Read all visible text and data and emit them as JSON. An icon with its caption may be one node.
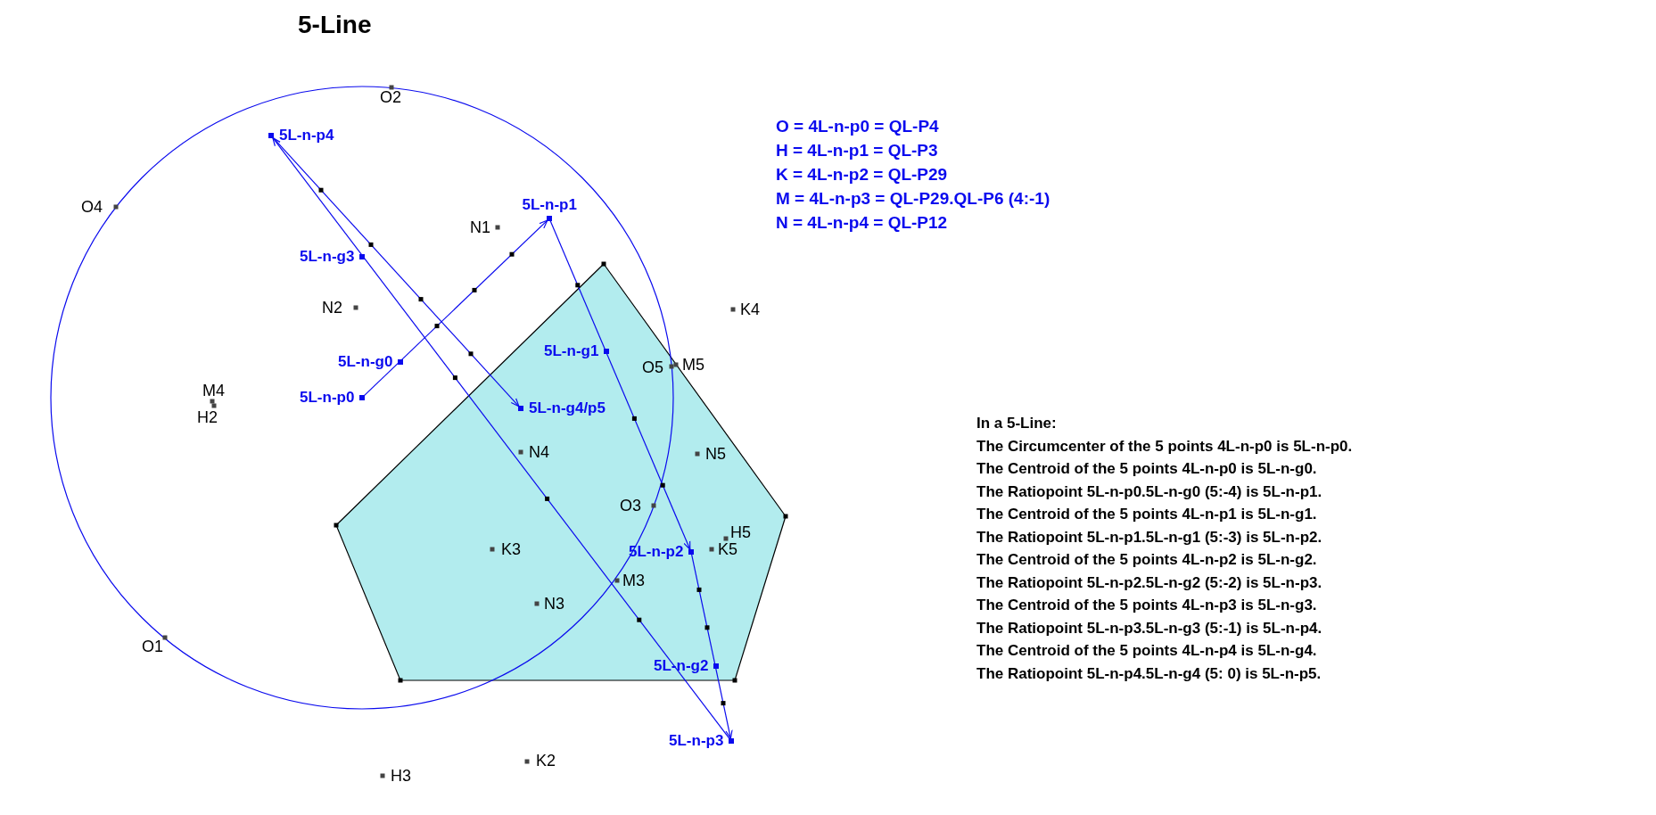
{
  "diagram": {
    "title": "5-Line",
    "nodes": [
      {
        "text": [
          "5L-n-p4"
        ]
      },
      {
        "text": [
          "5L-n-p1"
        ]
      },
      {
        "text": [
          "5L-n-g3"
        ]
      },
      {
        "text": [
          "5L-n-g0"
        ]
      },
      {
        "text": [
          "5L-n-g1"
        ]
      },
      {
        "text": [
          "5L-n-p0"
        ]
      },
      {
        "text": [
          "5L-n-g4/p5"
        ]
      },
      {
        "text": [
          "5L-n-p2"
        ]
      },
      {
        "text": [
          "5L-n-g2"
        ]
      },
      {
        "text": [
          "5L-n-p3"
        ]
      }
    ],
    "edges": [
      {
        "from": 5,
        "to": 1,
        "arrow": "to"
      },
      {
        "from": 1,
        "to": 7,
        "arrow": "to"
      },
      {
        "from": 7,
        "to": 9,
        "arrow": "to"
      },
      {
        "from": 9,
        "to": 0,
        "arrow": "to"
      },
      {
        "from": 0,
        "to": 6,
        "arrow": "to"
      }
    ],
    "labels": [
      "O2",
      "O4",
      "N1",
      "N2",
      "K4",
      "O5",
      "M5",
      "M4",
      "H2",
      "N4",
      "N5",
      "O3",
      "H5",
      "K3",
      "K5",
      "M3",
      "N3",
      "O1",
      "K2",
      "H3",
      "O = 4L-n-p0 = QL-P4",
      "H = 4L-n-p1 = QL-P3",
      "K = 4L-n-p2 = QL-P29",
      "M = 4L-n-p3 = QL-P29.QL-P6 (4:-1)",
      "N = 4L-n-p4 = QL-P12",
      "In a 5-Line:",
      "The Circumcenter of the 5 points 4L-n-p0 is 5L-n-p0.",
      "The Centroid of the 5 points 4L-n-p0 is 5L-n-g0.",
      "The Ratiopoint 5L-n-p0.5L-n-g0 (5:-4) is 5L-n-p1.",
      "The Centroid of the 5 points 4L-n-p1 is 5L-n-g1.",
      "The Ratiopoint 5L-n-p1.5L-n-g1 (5:-3) is 5L-n-p2.",
      "The Centroid of the 5 points 4L-n-p2 is 5L-n-g2.",
      "The Ratiopoint 5L-n-p2.5L-n-g2 (5:-2) is 5L-n-p3.",
      "The Centroid of the 5 points 4L-n-p3 is 5L-n-g3.",
      "The Ratiopoint 5L-n-p3.5L-n-g3 (5:-1) is 5L-n-p4.",
      "The Centroid of the 5 points 4L-n-p4 is 5L-n-g4.",
      "The Ratiopoint 5L-n-p4.5L-n-g4 (5: 0) is 5L-n-p5."
    ]
  }
}
